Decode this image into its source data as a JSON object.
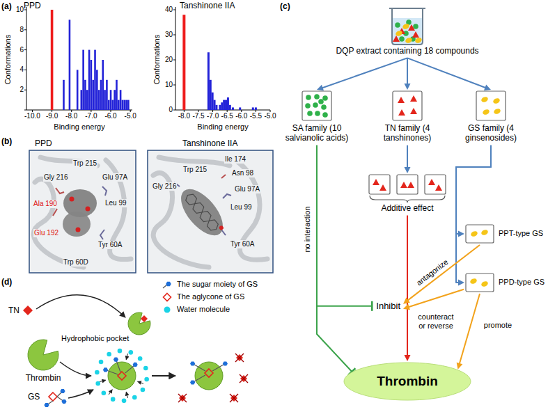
{
  "diagram": {
    "nodes": [
      {
        "text": [
          "DQP extract containing 18 compounds"
        ]
      },
      {
        "text": [
          "SA family (10 salvianolic acids)"
        ]
      },
      {
        "text": [
          "TN family (4 tanshinones)"
        ]
      },
      {
        "text": [
          "GS family (4 ginsenosides)"
        ]
      },
      {
        "text": [
          "Additive effect"
        ]
      },
      {
        "text": [
          "PPT-type GS"
        ]
      },
      {
        "text": [
          "PPD-type GS"
        ]
      },
      {
        "text": [
          "Inhibit"
        ]
      },
      {
        "text": [
          "Thrombin"
        ]
      }
    ],
    "edges": [
      {
        "from": 0,
        "to": 1,
        "arrow": "to"
      },
      {
        "from": 0,
        "to": 2,
        "arrow": "to"
      },
      {
        "from": 0,
        "to": 3,
        "arrow": "to"
      },
      {
        "from": 2,
        "to": 4,
        "arrow": "to"
      },
      {
        "from": 4,
        "to": 8,
        "arrow": "to"
      },
      {
        "from": 1,
        "to": 8,
        "label": "no interaction",
        "arrow": "to"
      },
      {
        "from": 1,
        "to": 7,
        "arrow": "to"
      },
      {
        "from": 3,
        "to": 5,
        "arrow": "to"
      },
      {
        "from": 3,
        "to": 6,
        "arrow": "to"
      },
      {
        "from": 5,
        "to": 7,
        "label": "antagonize",
        "arrow": "to"
      },
      {
        "from": 6,
        "to": 7,
        "label": "counteract or reverse",
        "arrow": "to"
      },
      {
        "from": 6,
        "to": 8,
        "label": "promote",
        "arrow": "to"
      }
    ],
    "labels": [
      "(a)",
      "PPD",
      "Tanshinone IIA",
      "10",
      "8",
      "6",
      "4",
      "2",
      "-10.0",
      "-9.0",
      "-8.0",
      "-7.0",
      "-6.0",
      "-5.0",
      "Conformations",
      "Binding energy",
      "40",
      "30",
      "20",
      "10",
      "0",
      "-8.0",
      "-7.5",
      "-7.0",
      "-6.5",
      "-6.0",
      "-5.5",
      "-5.0",
      "Conformations",
      "Binding energy",
      "(b)",
      "PPD",
      "Tanshinone IIA",
      "Trp 215",
      "Gly 216",
      "Glu 97A",
      "Leu 99",
      "Ala 190",
      "Glu 192",
      "Tyr 60A",
      "Trp 60D",
      "Ile 174",
      "Trp 215",
      "Asn 98",
      "Gly 216",
      "Glu 97A",
      "Leu 99",
      "Tyr 60A",
      "(c)",
      "(d)",
      "TN",
      "Hydrophobic pocket",
      "Thrombin",
      "GS"
    ],
    "legend": [
      {
        "text": "The sugar moiety of GS"
      },
      {
        "text": "The aglycone of GS"
      },
      {
        "text": "Water molecule",
        "color": "#1ad3e6"
      }
    ]
  }
}
